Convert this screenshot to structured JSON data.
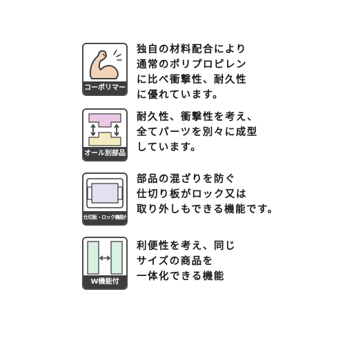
{
  "features": [
    {
      "icon": "flexed-arm-icon",
      "label": "コーポリマー",
      "lines": [
        "独自の材料配合により",
        "通常のポリプロピレン",
        "に比べ衝撃性、耐久性",
        "に優れています。"
      ],
      "colors": {
        "skin": "#f2d2b8",
        "outline": "#3d3d3d"
      }
    },
    {
      "icon": "separate-parts-icon",
      "label": "オール別部品",
      "lines": [
        "耐久性、衝撃性を考え、",
        "全てパーツを別々に成型",
        "しています。"
      ],
      "colors": {
        "top": "#e9c8e6",
        "bottom": "#f3ecc3",
        "arrow": "#3d3d3d"
      }
    },
    {
      "icon": "divider-lock-icon",
      "label": "仕切板・ロック機能付",
      "lines": [
        "部品の混ざりを防ぐ",
        "仕切り板がロック又は",
        "取り外しもできる機能です。"
      ],
      "colors": {
        "fill": "#e4e0f1",
        "outline": "#3d3d3d"
      }
    },
    {
      "icon": "double-connect-icon",
      "label": "W機能付",
      "lines": [
        "利便性を考え、同じ",
        "サイズの商品を",
        "一体化できる機能"
      ],
      "colors": {
        "fill": "#d9efe1",
        "outline": "#3d3d3d"
      }
    }
  ]
}
